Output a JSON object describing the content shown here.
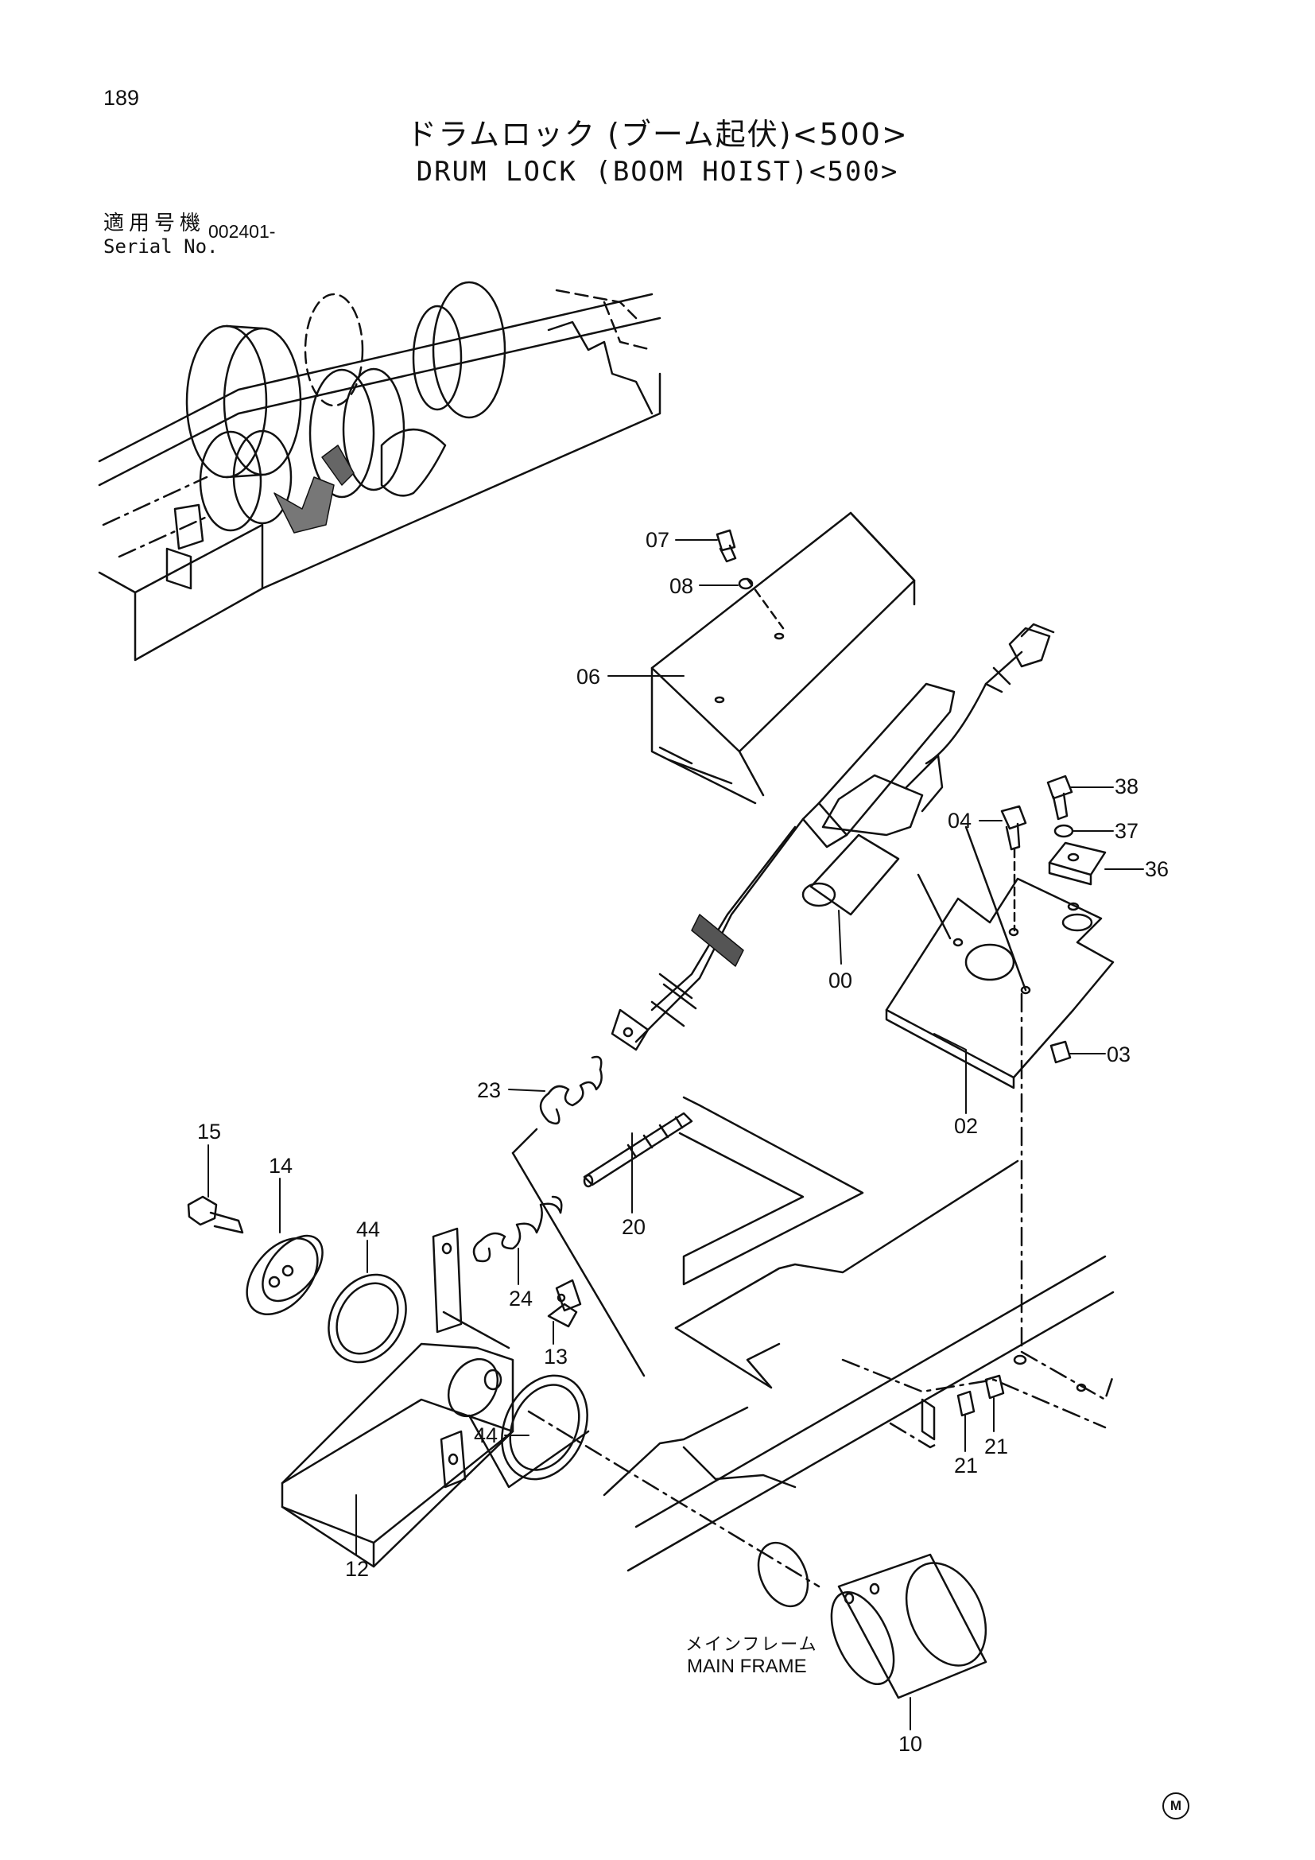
{
  "page_number": "189",
  "title_ja": "ドラムロック (ブーム起伏)<500>",
  "title_en": "DRUM LOCK (BOOM HOIST)<500>",
  "serial_label_ja": "適用号機",
  "serial_label_en": "Serial No.",
  "serial_value": "002401-",
  "main_frame_ja": "メインフレーム",
  "main_frame_en": "MAIN FRAME",
  "corner_mark": "M",
  "callouts": [
    "07",
    "08",
    "06",
    "38",
    "04",
    "37",
    "36",
    "00",
    "03",
    "02",
    "23",
    "15",
    "14",
    "20",
    "44",
    "24",
    "13",
    "44",
    "21",
    "21",
    "12",
    "10"
  ]
}
